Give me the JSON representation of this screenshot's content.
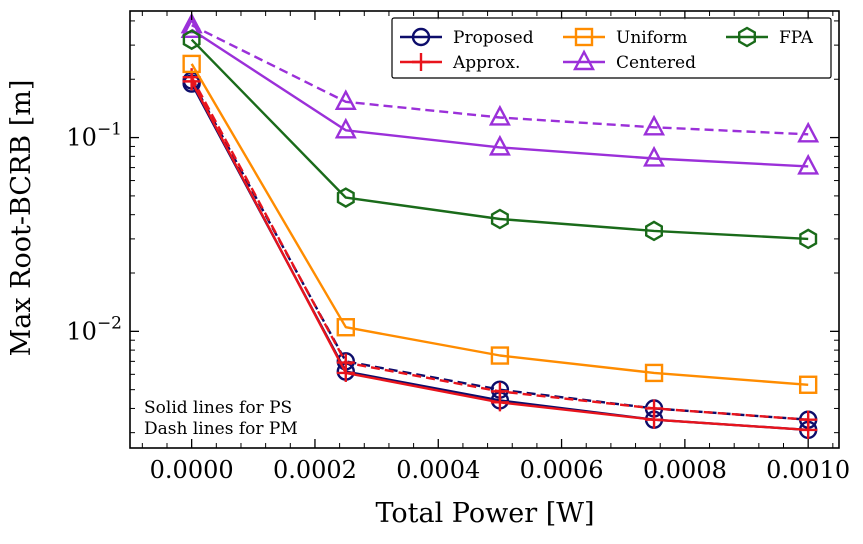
{
  "chart_data": {
    "type": "line",
    "title": "",
    "xlabel": "Total Power [W]",
    "ylabel": "Max Root-BCRB [m]",
    "x": [
      0.0,
      0.00025,
      0.0005,
      0.00075,
      0.001
    ],
    "xlim": [
      -0.0001,
      0.00105
    ],
    "ylim": [
      0.0025,
      0.45
    ],
    "yscale": "log",
    "xticks": [
      0.0,
      0.0002,
      0.0004,
      0.0006,
      0.0008,
      0.001
    ],
    "xtick_labels": [
      "0.0000",
      "0.0002",
      "0.0004",
      "0.0006",
      "0.0008",
      "0.0010"
    ],
    "yticks": [
      0.01,
      0.1
    ],
    "ytick_labels": [
      {
        "base": "10",
        "exp": "−2"
      },
      {
        "base": "10",
        "exp": "−1"
      }
    ],
    "legend_position": "top-right",
    "legend": [
      {
        "label": "Proposed",
        "color": "#0d0d6b",
        "marker": "circle"
      },
      {
        "label": "Approx.",
        "color": "#e8141c",
        "marker": "plus"
      },
      {
        "label": "Uniform",
        "color": "#ff8c00",
        "marker": "square"
      },
      {
        "label": "Centered",
        "color": "#9b30d9",
        "marker": "triangle"
      },
      {
        "label": "FPA",
        "color": "#1a6b1a",
        "marker": "hexagon"
      }
    ],
    "series": [
      {
        "name": "Proposed",
        "linestyle": "solid",
        "marker": "circle",
        "color": "#0d0d6b",
        "values": [
          0.19,
          0.0062,
          0.0044,
          0.0035,
          0.0031
        ]
      },
      {
        "name": "Proposed",
        "linestyle": "dashed",
        "marker": "circle",
        "color": "#0d0d6b",
        "values": [
          0.197,
          0.007,
          0.005,
          0.004,
          0.0035
        ]
      },
      {
        "name": "Approx.",
        "linestyle": "solid",
        "marker": "plus",
        "color": "#e8141c",
        "values": [
          0.195,
          0.0061,
          0.0043,
          0.0035,
          0.0031
        ]
      },
      {
        "name": "Approx.",
        "linestyle": "dashed",
        "marker": "plus",
        "color": "#e8141c",
        "values": [
          0.205,
          0.0069,
          0.0049,
          0.004,
          0.0035
        ]
      },
      {
        "name": "Uniform",
        "linestyle": "solid",
        "marker": "square",
        "color": "#ff8c00",
        "values": [
          0.24,
          0.0105,
          0.0075,
          0.0061,
          0.0053
        ]
      },
      {
        "name": "Centered",
        "linestyle": "solid",
        "marker": "triangle",
        "color": "#9b30d9",
        "values": [
          0.36,
          0.109,
          0.089,
          0.078,
          0.071
        ]
      },
      {
        "name": "Centered",
        "linestyle": "dashed",
        "marker": "triangle",
        "color": "#9b30d9",
        "values": [
          0.38,
          0.153,
          0.127,
          0.113,
          0.104
        ]
      },
      {
        "name": "FPA",
        "linestyle": "solid",
        "marker": "hexagon",
        "color": "#1a6b1a",
        "values": [
          0.32,
          0.049,
          0.038,
          0.033,
          0.03
        ]
      }
    ],
    "annotations": [
      "Solid lines for PS",
      "Dash lines for PM"
    ]
  }
}
